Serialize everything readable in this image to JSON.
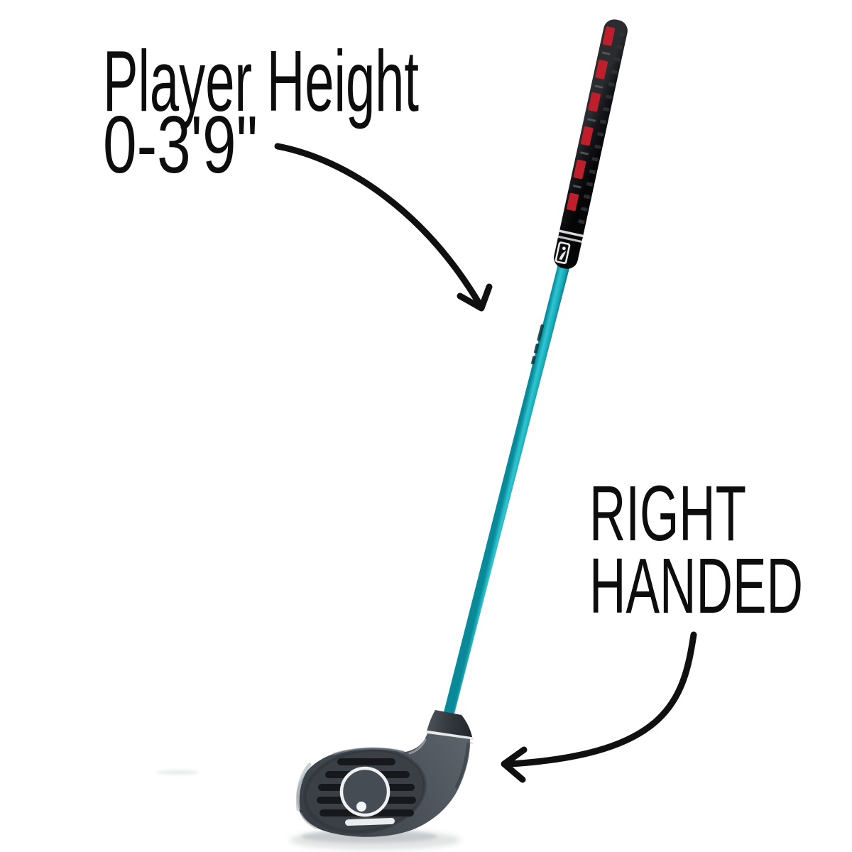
{
  "figure": {
    "type": "annotated-product-photo",
    "subject": "junior right-handed golf club with teal shaft, black grip with red accents and gray vented club head",
    "background_color": "#ffffff"
  },
  "annotations": {
    "player_height_line1": "Player Height",
    "player_height_line2": "0-3'9\"",
    "handed_line1": "RIGHT",
    "handed_line2": "HANDED",
    "text_color": "#0d0d0d",
    "arrow_color": "#101011"
  },
  "club": {
    "shaft_color": "#14aebc",
    "shaft_highlight_color": "#3fd0da",
    "grip_color": "#17181b",
    "grip_accent_color": "#bf1f2b",
    "grip_band_icon": "golfer-logo-icon",
    "head_color": "#4a525a",
    "head_slot_color": "#16181c",
    "head_ring_color": "#eff1f2"
  }
}
